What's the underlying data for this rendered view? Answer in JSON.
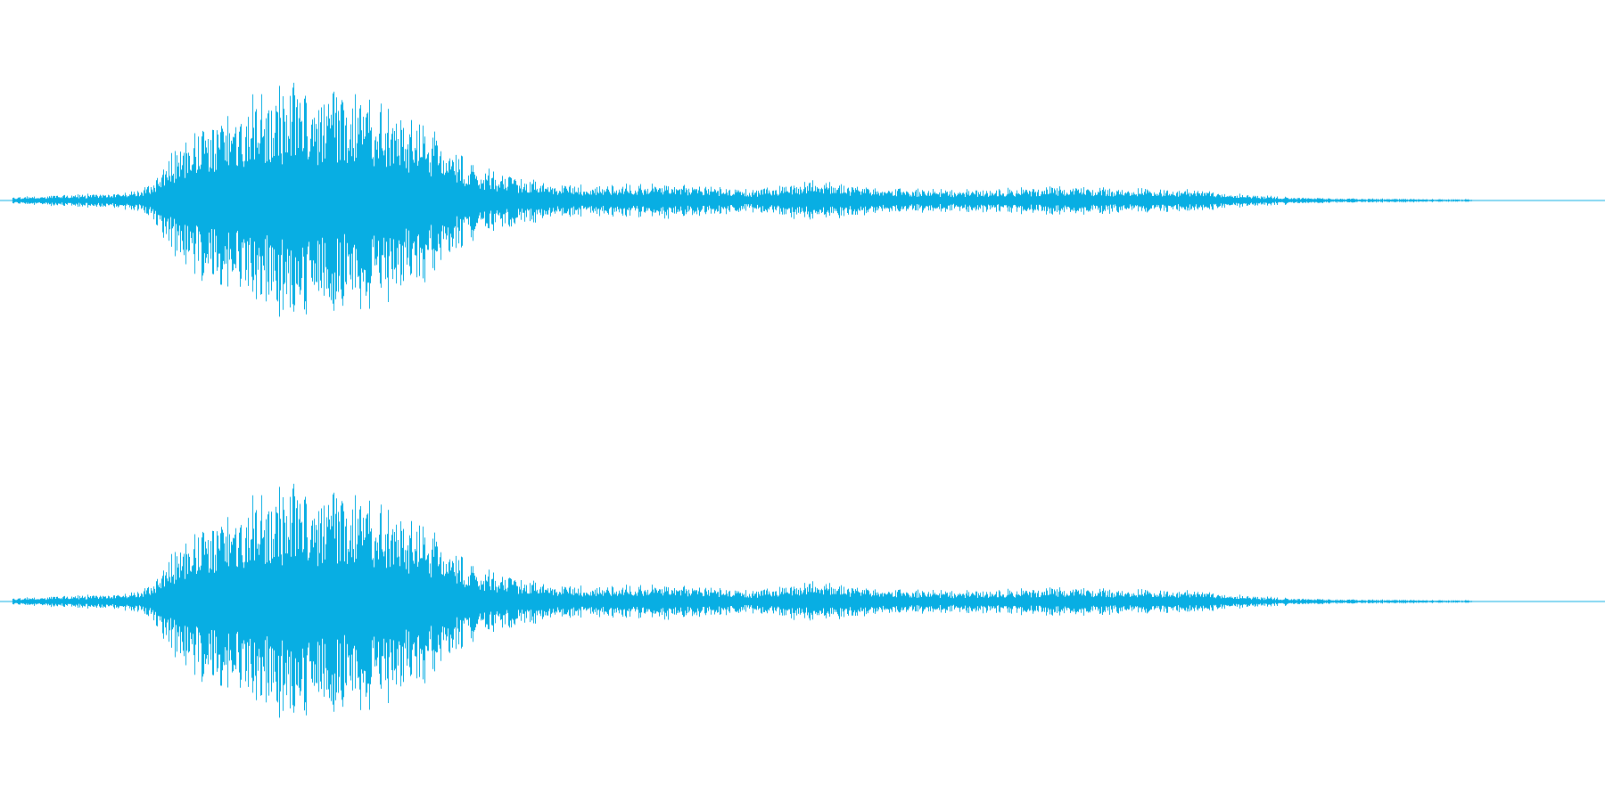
{
  "waveform": {
    "color": "#08aee3",
    "background": "#ffffff",
    "channels": [
      {
        "id": "left"
      },
      {
        "id": "right"
      }
    ],
    "envelope": {
      "description_points": [
        [
          0.0,
          0.02
        ],
        [
          0.05,
          0.04
        ],
        [
          0.085,
          0.06
        ],
        [
          0.095,
          0.14
        ],
        [
          0.115,
          0.42
        ],
        [
          0.14,
          0.6
        ],
        [
          0.165,
          0.7
        ],
        [
          0.18,
          0.76
        ],
        [
          0.205,
          0.7
        ],
        [
          0.23,
          0.66
        ],
        [
          0.255,
          0.56
        ],
        [
          0.28,
          0.38
        ],
        [
          0.3,
          0.22
        ],
        [
          0.33,
          0.14
        ],
        [
          0.36,
          0.1
        ],
        [
          0.415,
          0.11
        ],
        [
          0.47,
          0.07
        ],
        [
          0.505,
          0.13
        ],
        [
          0.545,
          0.08
        ],
        [
          0.6,
          0.07
        ],
        [
          0.655,
          0.09
        ],
        [
          0.7,
          0.08
        ],
        [
          0.75,
          0.07
        ],
        [
          0.79,
          0.03
        ],
        [
          0.83,
          0.015
        ],
        [
          0.87,
          0.012
        ],
        [
          0.915,
          0.008
        ],
        [
          0.92,
          0.0
        ],
        [
          1.0,
          0.0
        ]
      ]
    }
  }
}
